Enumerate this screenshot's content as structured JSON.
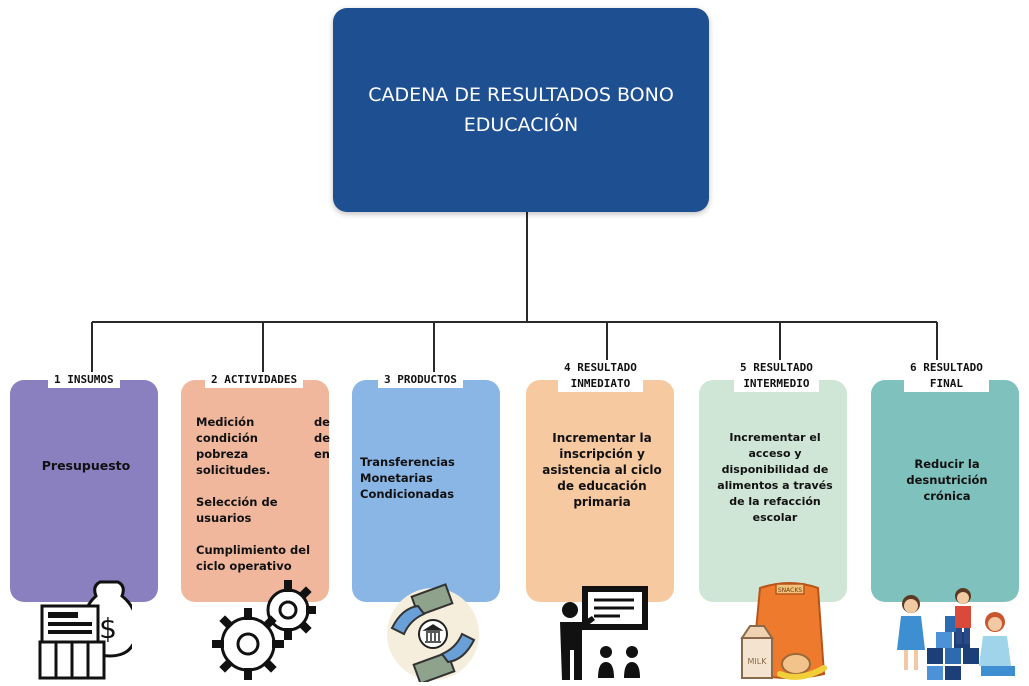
{
  "title": {
    "line1": "CADENA DE RESULTADOS BONO",
    "line2": "EDUCACIÓN"
  },
  "colors": {
    "title_box": "#1d4f91",
    "insumos": "#8a7fbf",
    "actividades": "#f0b79c",
    "productos": "#8ab6e6",
    "inmediato": "#f7c9a0",
    "intermedio": "#cfe6d6",
    "final": "#7fc1bd",
    "connector": "#2a2a2a"
  },
  "stages": [
    {
      "label_lines": [
        "1 INSUMOS"
      ],
      "text": [
        "Presupuesto"
      ],
      "icon": "money-register-icon"
    },
    {
      "label_lines": [
        "2 ACTIVIDADES"
      ],
      "text": [
        "Medición de condición de pobreza en solicitudes.",
        "Selección de usuarios",
        "Cumplimiento del ciclo operativo"
      ],
      "icon": "gears-icon"
    },
    {
      "label_lines": [
        "3 PRODUCTOS"
      ],
      "text": [
        "Transferencias Monetarias Condicionadas"
      ],
      "icon": "money-transfer-icon"
    },
    {
      "label_lines": [
        "4 RESULTADO",
        "INMEDIATO"
      ],
      "text": [
        "Incrementar la inscripción y asistencia al ciclo de educación primaria"
      ],
      "icon": "teacher-classroom-icon"
    },
    {
      "label_lines": [
        "5 RESULTADO",
        "INTERMEDIO"
      ],
      "text": [
        "Incrementar el acceso y disponibilidad de alimentos a través de la refacción escolar"
      ],
      "icon": "snack-bag-icon"
    },
    {
      "label_lines": [
        "6 RESULTADO",
        "FINAL"
      ],
      "text": [
        "Reducir la desnutrición crónica"
      ],
      "icon": "children-playing-icon"
    }
  ]
}
